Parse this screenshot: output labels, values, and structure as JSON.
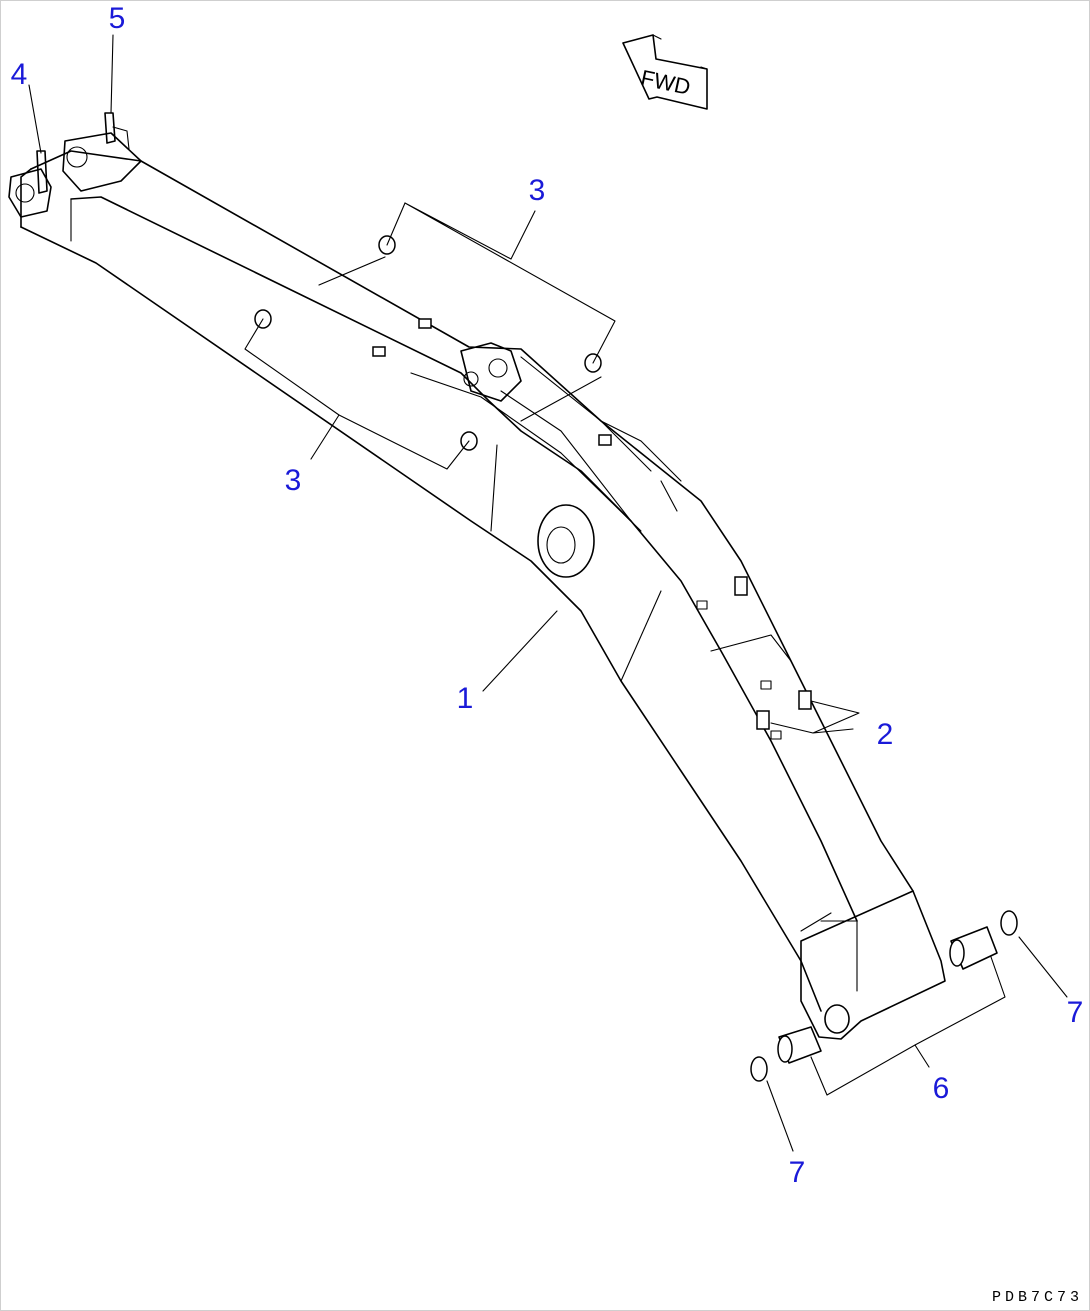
{
  "callouts": {
    "c1": "1",
    "c2": "2",
    "c3_top": "3",
    "c3_bottom": "3",
    "c4": "4",
    "c5": "5",
    "c6": "6",
    "c7_right": "7",
    "c7_bottom": "7"
  },
  "forward_marker": {
    "text": "FWD"
  },
  "drawing_code": "PDB7C73",
  "colors": {
    "callout": "#1a1ad8",
    "line": "#000000"
  }
}
